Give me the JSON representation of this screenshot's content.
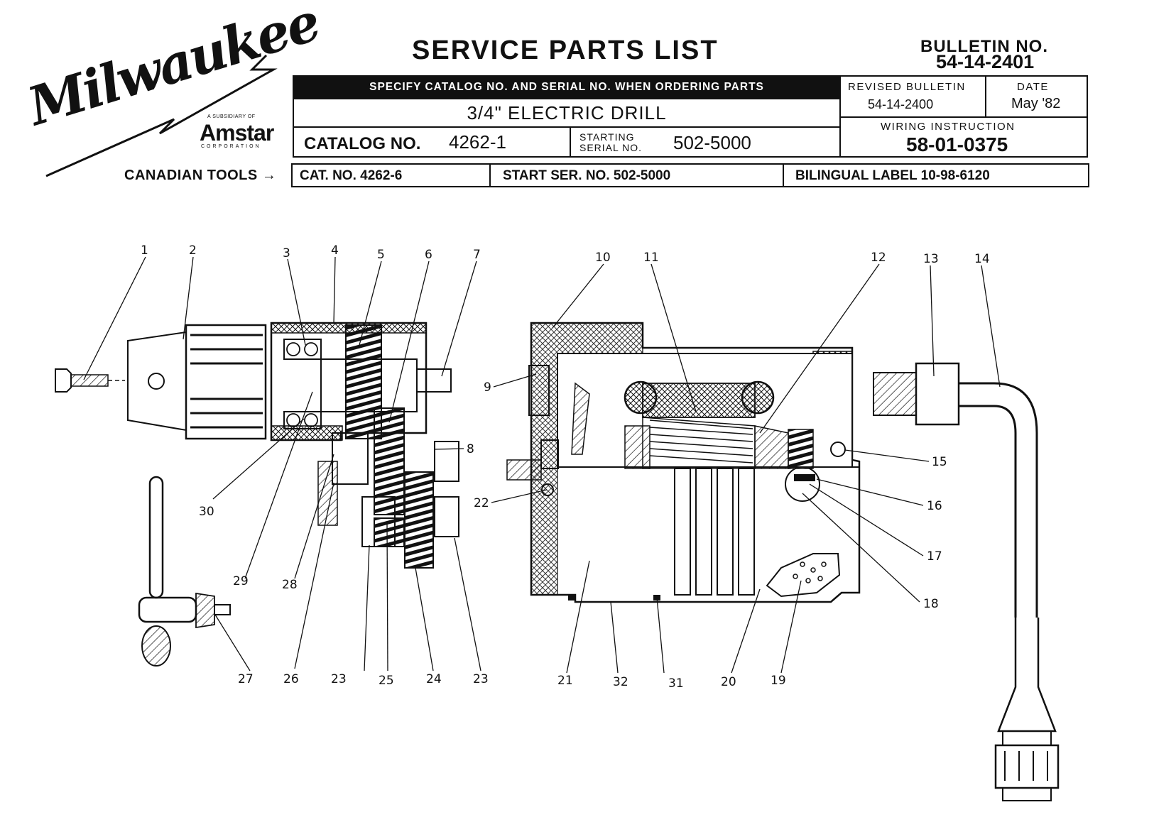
{
  "brand": {
    "logo_text": "Milwaukee",
    "subsidiary": "A SUBSIDIARY OF",
    "parent": "Amstar",
    "parent_sub": "CORPORATION"
  },
  "header": {
    "title": "SERVICE PARTS LIST",
    "bulletin_label": "BULLETIN NO.",
    "bulletin_no": "54-14-2401",
    "order_note": "SPECIFY CATALOG NO. AND SERIAL NO. WHEN ORDERING PARTS",
    "product": "3/4\" ELECTRIC DRILL",
    "catalog_label": "CATALOG NO.",
    "catalog_no": "4262-1",
    "starting_label_1": "STARTING",
    "starting_label_2": "SERIAL NO.",
    "starting_serial": "502-5000",
    "revised_label": "REVISED BULLETIN",
    "revised_value": "54-14-2400",
    "date_label": "DATE",
    "date_value": "May '82",
    "wiring_label": "WIRING INSTRUCTION",
    "wiring_value": "58-01-0375"
  },
  "canadian": {
    "label": "CANADIAN TOOLS",
    "arrow": "→",
    "cat": "CAT. NO.  4262-6",
    "start_ser": "START SER. NO.  502-5000",
    "bilingual": "BILINGUAL LABEL  10-98-6120"
  },
  "callouts": [
    "1",
    "2",
    "3",
    "4",
    "5",
    "6",
    "7",
    "8",
    "9",
    "10",
    "11",
    "12",
    "13",
    "14",
    "15",
    "16",
    "17",
    "18",
    "19",
    "20",
    "21",
    "22",
    "23",
    "24",
    "25",
    "26",
    "27",
    "28",
    "29",
    "30",
    "31",
    "32"
  ]
}
